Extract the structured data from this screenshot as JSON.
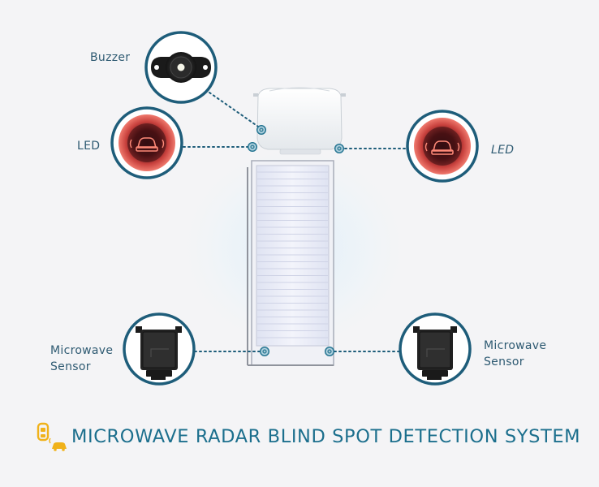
{
  "labels": {
    "buzzer": "Buzzer",
    "led_left": "LED",
    "led_right": "LED",
    "sensor_left": "Microwave\nSensor",
    "sensor_right": "Microwave\nSensor"
  },
  "title": "MICROWAVE RADAR BLIND SPOT DETECTION SYSTEM",
  "colors": {
    "accent": "#1c6f8d",
    "label": "#2e5a72",
    "circle_border": "#1e5d7a",
    "led_glow": "#e0504a",
    "title_icon": "#f0b21a",
    "background": "#f4f4f6"
  },
  "icons": {
    "buzzer": "buzzer-icon",
    "led": "led-indicator-icon",
    "sensor": "radar-sensor-icon",
    "logo": "blind-spot-car-icon"
  }
}
